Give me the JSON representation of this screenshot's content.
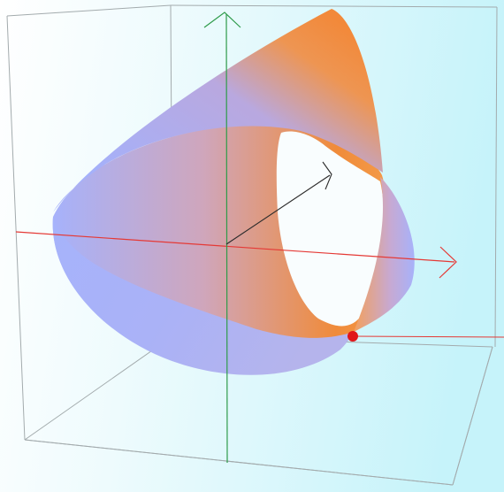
{
  "scene": {
    "colors": {
      "background_light": "#f4fbff",
      "background_cyan": "#c9f4fb",
      "box_edge": "#9aa5a8",
      "x_axis": "#e53935",
      "y_axis": "#2e9b4a",
      "z_axis": "#2b2b2b",
      "surface_blue": "#a3b1fb",
      "surface_orange": "#f18c3a",
      "marker": "#e0161a"
    },
    "axes": [
      "x-axis",
      "y-axis",
      "z-axis"
    ],
    "surface": "twisted-loop-surface",
    "marker": "red-point"
  }
}
